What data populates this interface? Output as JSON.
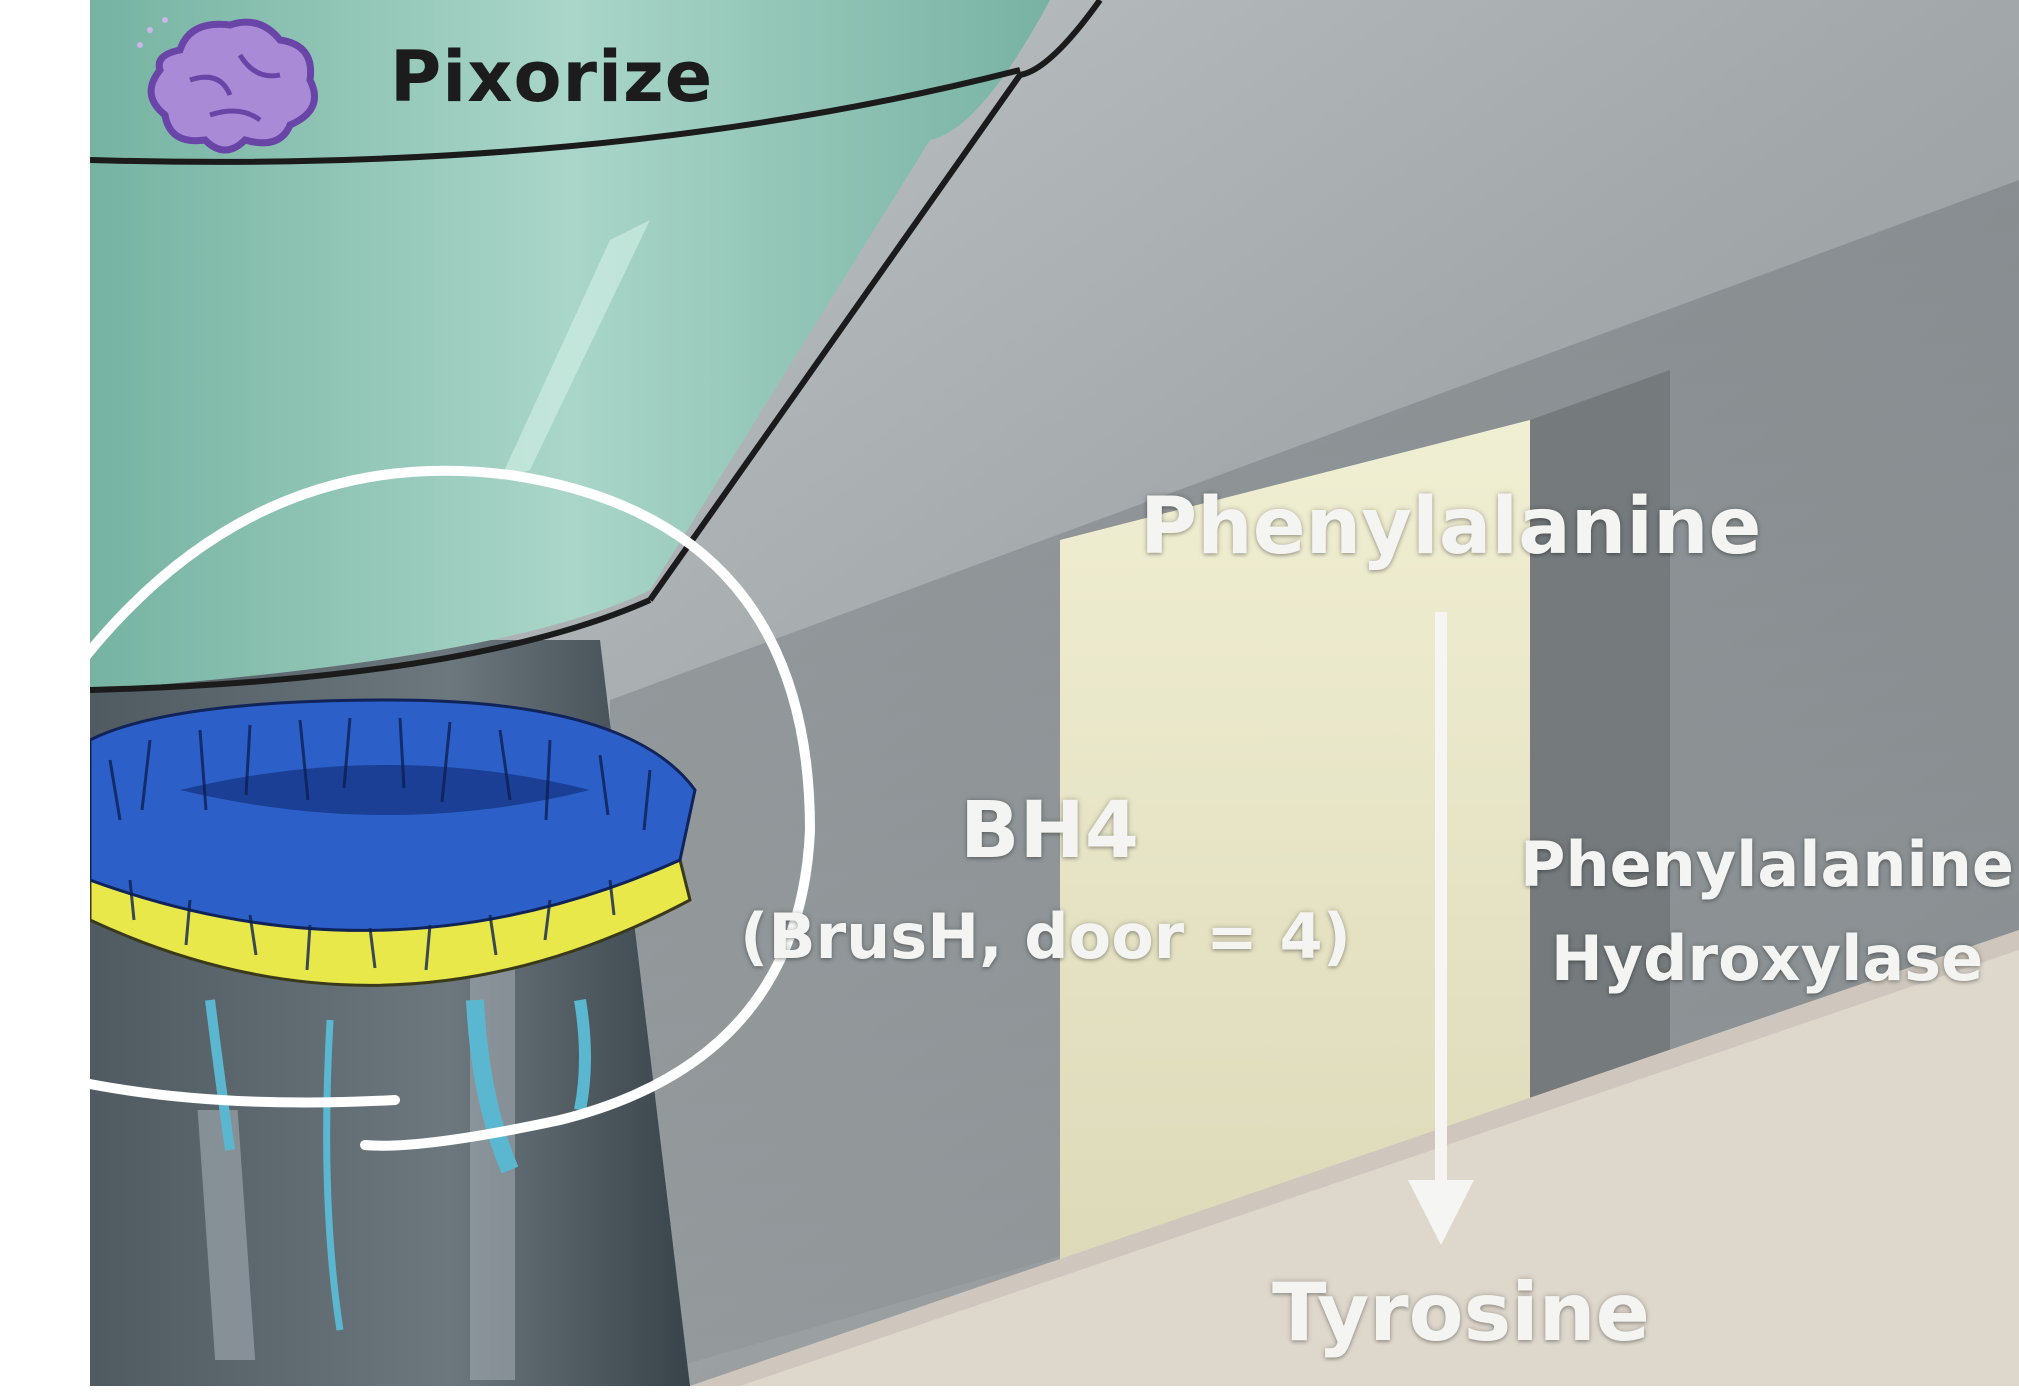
{
  "logo": {
    "brand": "Pixorize",
    "icon": "brain-icon"
  },
  "pathway": {
    "substrate": "Phenylalanine",
    "product": "Tyrosine",
    "cofactor": "BH4",
    "cofactor_mnemonic": "(BrusH, door = 4)",
    "enzyme_line1": "Phenylalanine",
    "enzyme_line2": "Hydroxylase"
  },
  "colors": {
    "wall": "#8d9396",
    "floor": "#ddd6cc",
    "funnel": "#8cc3b3",
    "brush_top": "#2a5fc7",
    "brush_bottom": "#eaea4a",
    "door": "#e8e6c8",
    "annotation": "#ffffff"
  }
}
